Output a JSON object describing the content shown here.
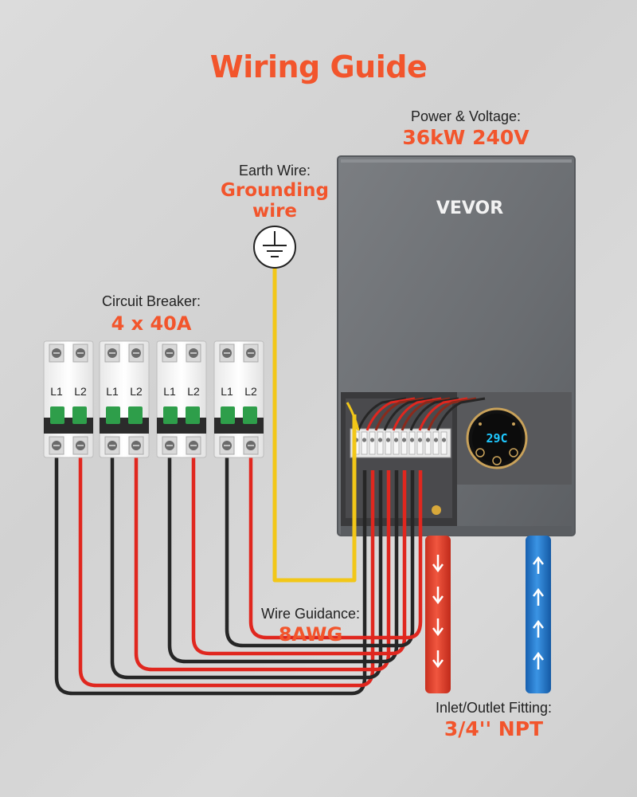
{
  "title": "Wiring Guide",
  "colors": {
    "accent": "#f2552c",
    "wire_red": "#e0271f",
    "wire_black": "#262626",
    "wire_yellow": "#f2c718",
    "pipe_hot": "#e2402b",
    "pipe_cold": "#1f79d0",
    "heater_body": "#6f7276",
    "display_glow": "#1ec8ff"
  },
  "power": {
    "label": "Power & Voltage:",
    "value": "36kW 240V"
  },
  "earth": {
    "label": "Earth Wire:",
    "value_line1": "Grounding",
    "value_line2": "wire",
    "icon": "ground-symbol-icon"
  },
  "breaker": {
    "label": "Circuit Breaker:",
    "value": "4 x 40A"
  },
  "wire": {
    "label": "Wire Guidance:",
    "value": "8AWG"
  },
  "fitting": {
    "label": "Inlet/Outlet Fitting:",
    "value": "3/4'' NPT"
  },
  "heater": {
    "brand": "VEVOR",
    "temperature": "29C"
  },
  "breakers": [
    {
      "l1": "L1",
      "l2": "L2"
    },
    {
      "l1": "L1",
      "l2": "L2"
    },
    {
      "l1": "L1",
      "l2": "L2"
    },
    {
      "l1": "L1",
      "l2": "L2"
    }
  ]
}
